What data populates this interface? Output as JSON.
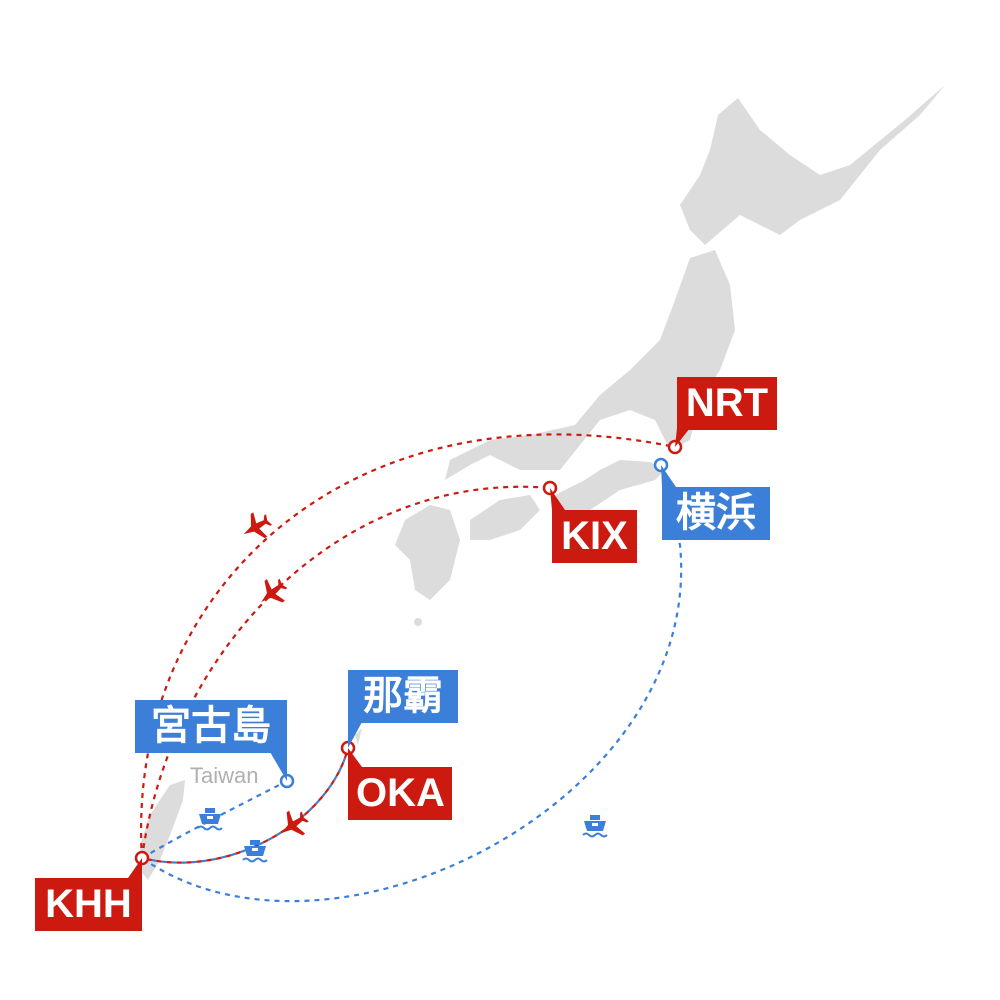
{
  "colors": {
    "flight": "#cc1a10",
    "ferry": "#3b7fd9",
    "land": "#dcdcdc"
  },
  "region_label": "Taiwan",
  "airports": [
    {
      "code": "NRT"
    },
    {
      "code": "KIX"
    },
    {
      "code": "OKA"
    },
    {
      "code": "KHH"
    }
  ],
  "ports": [
    {
      "name": "横浜"
    },
    {
      "name": "那霸"
    },
    {
      "name": "宮古島"
    }
  ],
  "routes": [
    {
      "from": "KHH",
      "to": "NRT",
      "mode": "flight",
      "icon": "airplane-icon"
    },
    {
      "from": "KHH",
      "to": "KIX",
      "mode": "flight",
      "icon": "airplane-icon"
    },
    {
      "from": "KHH",
      "to": "OKA",
      "mode": "flight",
      "icon": "airplane-icon"
    },
    {
      "from": "KHH",
      "to": "横浜",
      "mode": "ferry",
      "icon": "ship-icon"
    },
    {
      "from": "KHH",
      "to": "宮古島",
      "mode": "ferry",
      "icon": "ship-icon"
    },
    {
      "from": "KHH",
      "to": "那霸",
      "mode": "ferry",
      "icon": "ship-icon"
    }
  ]
}
